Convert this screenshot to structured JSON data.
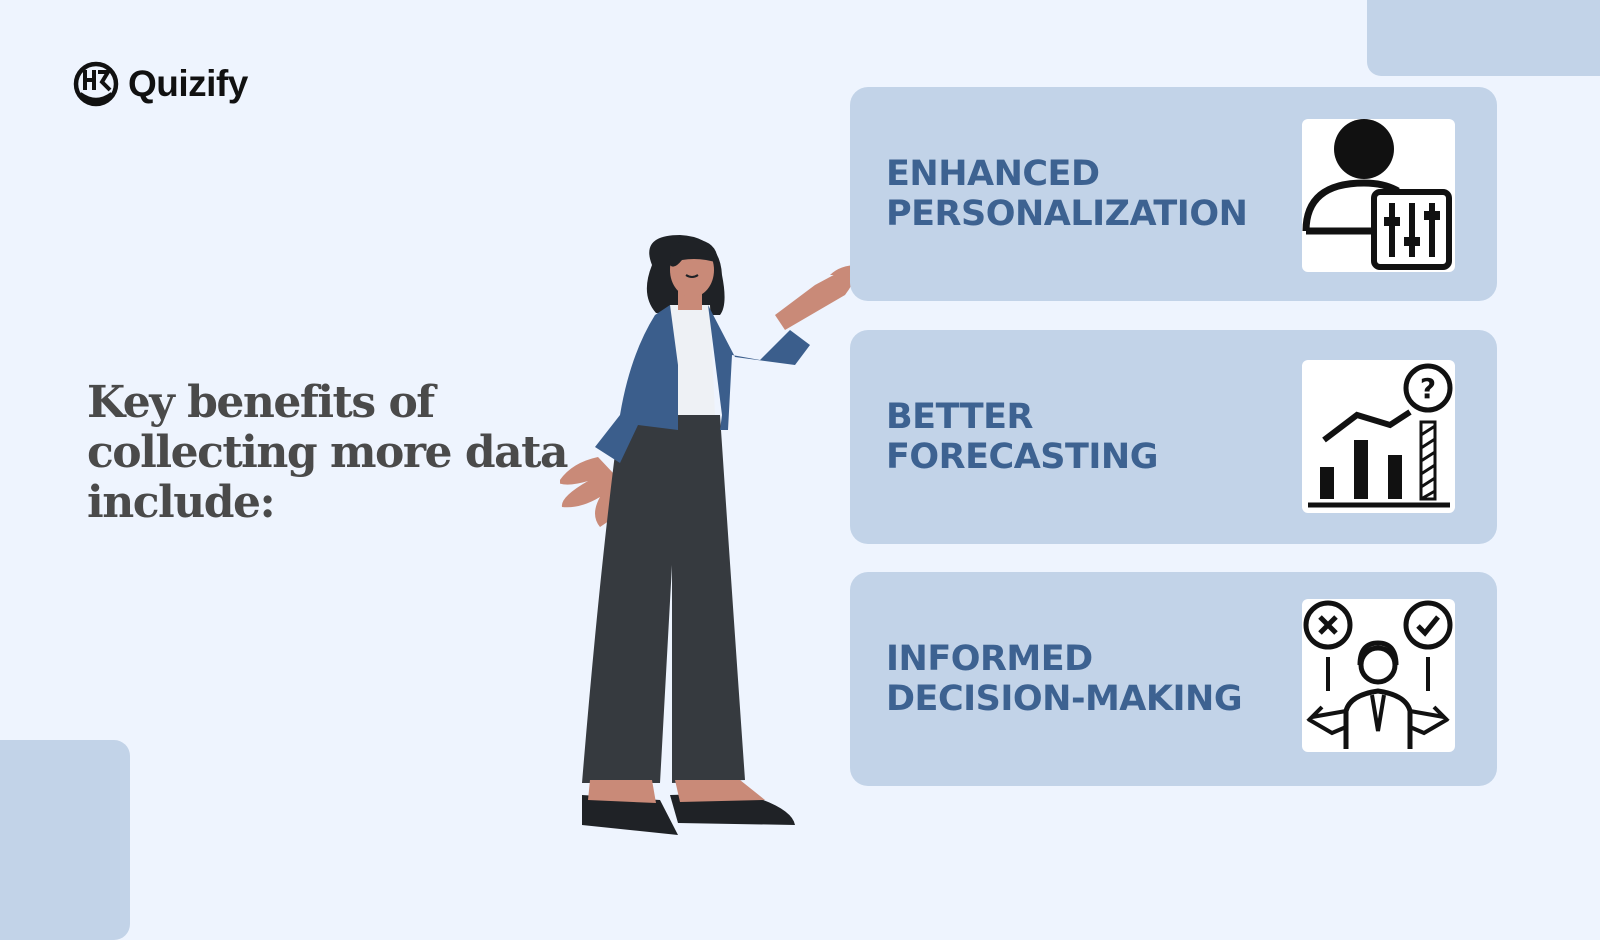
{
  "brand": {
    "name": "Quizify",
    "logo_icon": "quizify-logo-icon"
  },
  "headline": {
    "lines": [
      "Key benefits of",
      "collecting more data",
      "include:"
    ],
    "color": "#4a4a4a"
  },
  "illustration": {
    "icon": "woman-pointing-illustration"
  },
  "benefits": [
    {
      "title_lines": [
        "ENHANCED",
        "PERSONALIZATION"
      ],
      "icon": "user-settings-icon"
    },
    {
      "title_lines": [
        "BETTER",
        "FORECASTING"
      ],
      "icon": "growth-chart-question-icon"
    },
    {
      "title_lines": [
        "INFORMED",
        "DECISION-MAKING"
      ],
      "icon": "decision-making-icon"
    }
  ],
  "colors": {
    "background": "#eef4fe",
    "card": "#c2d3e8",
    "card_title": "#3d6291",
    "brand_text": "#111111"
  }
}
